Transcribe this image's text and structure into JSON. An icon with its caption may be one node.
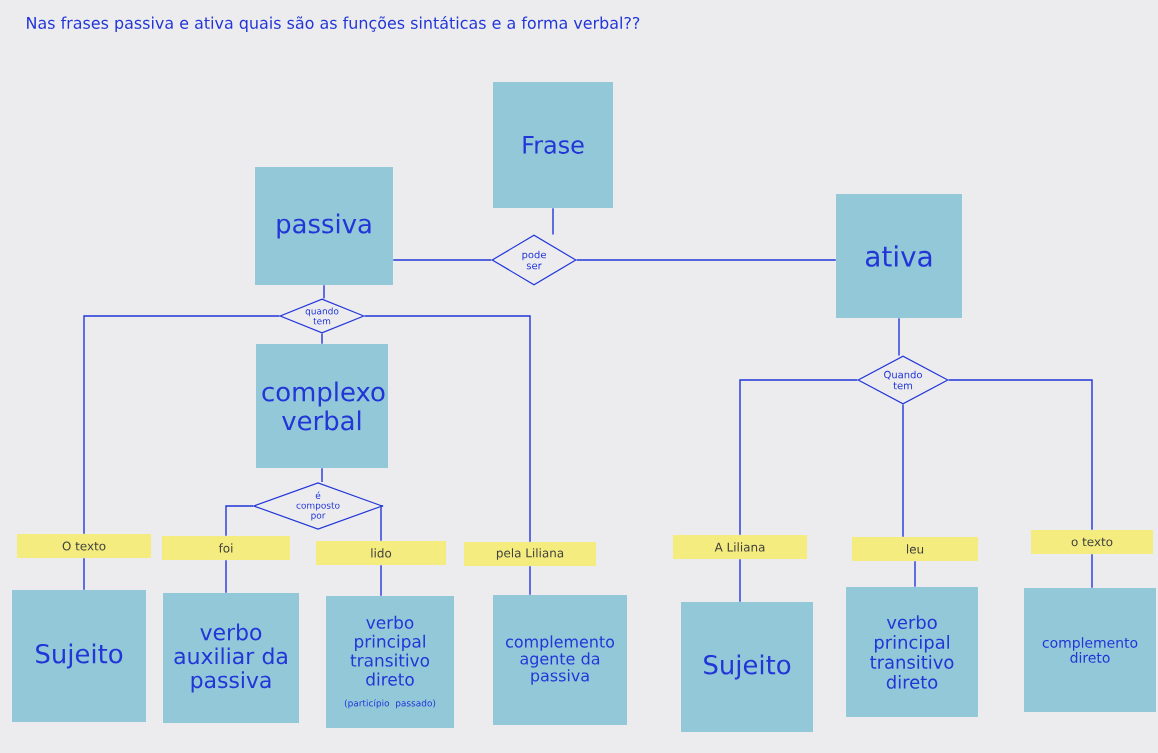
{
  "diagram": {
    "title": "Nas frases passiva e ativa quais são as funções sintáticas e a forma verbal??",
    "nodes": [
      {
        "text": [
          "Frase"
        ]
      },
      {
        "text": [
          "passiva"
        ]
      },
      {
        "text": [
          "pode ser"
        ]
      },
      {
        "text": [
          "ativa"
        ]
      },
      {
        "text": [
          "quando tem"
        ]
      },
      {
        "text": [
          "complexo verbal"
        ]
      },
      {
        "text": [
          "é composto por"
        ]
      },
      {
        "text": [
          "Quando tem"
        ]
      },
      {
        "text": [
          "O texto"
        ]
      },
      {
        "text": [
          "foi"
        ]
      },
      {
        "text": [
          "lido"
        ]
      },
      {
        "text": [
          "pela Liliana"
        ]
      },
      {
        "text": [
          "A Liliana"
        ]
      },
      {
        "text": [
          "leu"
        ]
      },
      {
        "text": [
          "o texto"
        ]
      },
      {
        "text": [
          "Sujeito"
        ]
      },
      {
        "text": [
          "verbo auxiliar da passiva"
        ]
      },
      {
        "text": [
          "verbo principal transitivo direto",
          "(particípio passado)"
        ]
      },
      {
        "text": [
          "complemento agente da passiva"
        ]
      },
      {
        "text": [
          "Sujeito"
        ]
      },
      {
        "text": [
          "verbo principal transitivo direto"
        ]
      },
      {
        "text": [
          "complemento direto"
        ]
      }
    ],
    "edges": [
      {
        "from": 0,
        "to": 2,
        "arrow": "none"
      },
      {
        "from": 2,
        "to": 1,
        "arrow": "none"
      },
      {
        "from": 2,
        "to": 3,
        "arrow": "none"
      },
      {
        "from": 1,
        "to": 4,
        "arrow": "none"
      },
      {
        "from": 4,
        "to": 5,
        "arrow": "none"
      },
      {
        "from": 4,
        "to": 8,
        "arrow": "none"
      },
      {
        "from": 4,
        "to": 11,
        "arrow": "none"
      },
      {
        "from": 5,
        "to": 6,
        "arrow": "none"
      },
      {
        "from": 6,
        "to": 9,
        "arrow": "none"
      },
      {
        "from": 6,
        "to": 10,
        "arrow": "none"
      },
      {
        "from": 3,
        "to": 7,
        "arrow": "none"
      },
      {
        "from": 7,
        "to": 12,
        "arrow": "none"
      },
      {
        "from": 7,
        "to": 13,
        "arrow": "none"
      },
      {
        "from": 7,
        "to": 14,
        "arrow": "none"
      },
      {
        "from": 8,
        "to": 15,
        "arrow": "none"
      },
      {
        "from": 9,
        "to": 16,
        "arrow": "none"
      },
      {
        "from": 10,
        "to": 17,
        "arrow": "none"
      },
      {
        "from": 11,
        "to": 18,
        "arrow": "none"
      },
      {
        "from": 12,
        "to": 19,
        "arrow": "none"
      },
      {
        "from": 13,
        "to": 20,
        "arrow": "none"
      },
      {
        "from": 14,
        "to": 21,
        "arrow": "none"
      }
    ]
  }
}
